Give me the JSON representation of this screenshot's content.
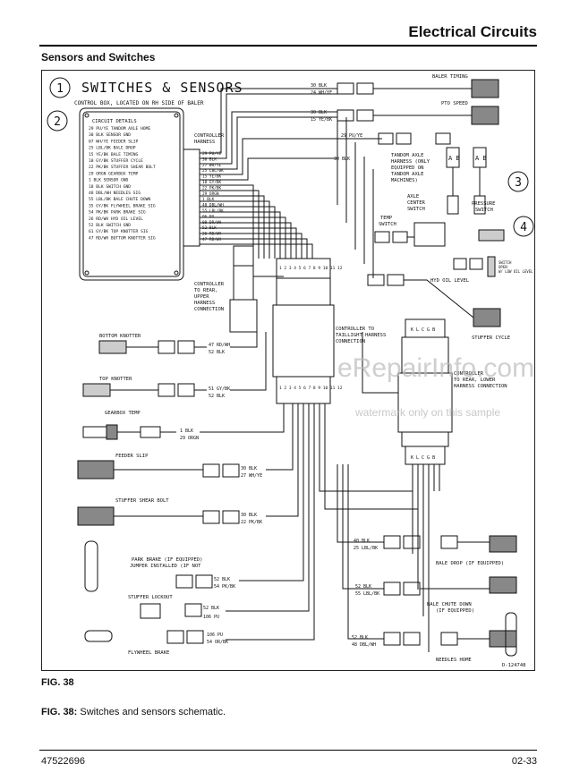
{
  "header": {
    "title": "Electrical Circuits"
  },
  "section": {
    "title": "Sensors and Switches"
  },
  "diagram": {
    "title": "SWITCHES & SENSORS",
    "callout_1": "1",
    "callout_2": "2",
    "callout_3": "3",
    "callout_4": "4",
    "control_box_note": "CONTROL BOX, LOCATED ON RH SIDE OF BALER",
    "circuit_details": {
      "heading": "CIRCUIT DETAILS",
      "lines": [
        "29 PU/YE  TANDOM AXLE HOME",
        "30 BLK   SENSOR GND",
        "07 WH/YE  FEEDER SLIP",
        "25 LBL/BK BALE DROP",
        "15 YE/BK  BALE TIMING",
        "18 GY/BK  STUFFER CYCLE",
        "22 PK/BK  STUFFER SHEAR BOLT",
        "29 ORGN  GEARBOX TEMP",
        " 1 BLK  SENSOR GND",
        "18 BLK  SWITCH GND",
        "48 DBL/WH NEEDLES SIG",
        "55 LBL/BK BALE CHUTE DOWN",
        "35 GY/BK  FLYWHEEL BRAKE SIG",
        "54 PK/BK  PARK BRAKE SIG",
        "26 RD/WH  HYD OIL LEVEL",
        "52 BLK   SWITCH GND",
        "61 GY/BK  TOP KNOTTER SIG",
        "47 RD/WH  BOTTOM KNOTTER SIG"
      ]
    },
    "controller_harness": "CONTROLLER HARNESS",
    "harness_wires": [
      "29 PU/YE",
      "30 BLK",
      "27 WH/YE",
      "25 LBL/BK",
      "15 YE/BK",
      "18 GY/BK",
      "22 PK/BK",
      "29 ORGN",
      "1 BLK",
      "48 DBL/WH",
      "55 LBL/BK",
      "06 PU",
      "08 DR/WH",
      "52 BLK",
      "26 RD/WH",
      "47 RD/WH"
    ],
    "labels": {
      "baler_timing": "BALER TIMING",
      "pto_speed": "PTO SPEED",
      "tandom_axle": "TANDOM AXLE HARNESS (ONLY EQUIPPED ON TANDOM AXLE MACHINES)",
      "axle_center_switch": "AXLE CENTER SWITCH",
      "temp_switch": "TEMP SWITCH",
      "pressure_switch": "PRESSURE SWITCH",
      "hyd_oil_level": "HYD OIL LEVEL",
      "stuffer_cycle": "STUFFER CYCLE",
      "controller_to_rear_upper": "CONTROLLER TO REAR, UPPER HARNESS CONNECTION",
      "controller_to_taillight": "CONTROLLER TO TAILLIGHT HARNESS CONNECTION",
      "controller_to_rear_lower": "CONTROLLER TO REAR, LOWER HARNESS CONNECTION",
      "bottom_knotter": "BOTTOM KNOTTER",
      "top_knotter": "TOP KNOTTER",
      "gearbox_temp": "GEARBOX TEMP",
      "feeder_slip": "FEEDER SLIP",
      "stuffer_shear_bolt": "STUFFER SHEAR BOLT",
      "park_brake": "PARK BRAKE (IF EQUIPPED) JUMPER INSTALLED (IF NOT",
      "stuffer_lockout": "STUFFER LOCKOUT",
      "flywheel_brake": "FLYWHEEL BRAKE",
      "bale_drop": "BALE DROP (IF EQUIPPED)",
      "bale_chute_down": "BALE CHUTE DOWN (IF EQUIPPED)",
      "needles_home": "NEEDLES HOME",
      "drawing_number": "D-124748",
      "switch_open": "SWITCH OPEN W/ LOW OIL LEVEL",
      "ab": "A B",
      "upper_pins": "1 2 3 4 5 6 7 8 9 10 11 12",
      "lower_pins": "1 2 3 4 5 6 7 8 9 10 11 12",
      "connector_top": "K L C G B",
      "connector_bottom": "K L C G B"
    },
    "wire_labels": {
      "baler_timing": [
        "30 BLK",
        "24 WH/YE"
      ],
      "pto_speed": [
        "30 BLK",
        "15 YE/BK"
      ],
      "tandom": [
        "29 PU/YE"
      ],
      "tandom2": [
        "30 BLK"
      ],
      "bottom_knotter": [
        "47 RD/WH",
        "52 BLK"
      ],
      "top_knotter": [
        "51 GY/BK",
        "52 BLK"
      ],
      "gearbox_temp": [
        "1 BLK",
        "29 ORGN"
      ],
      "feeder_slip": [
        "30 BLK",
        "27 WH/YE"
      ],
      "stuffer_shear": [
        "30 BLK",
        "22 PK/BK"
      ],
      "park_brake": [
        "52 BLK",
        "54 PK/BK"
      ],
      "stuffer_lockout": [
        "52 BLK",
        "106 PU"
      ],
      "flywheel_brake": [
        "106 PU",
        "54 OR/BK"
      ],
      "bale_drop": [
        "40 BLK",
        "25 LBL/BK"
      ],
      "bale_chute": [
        "52 BLK",
        "55 LBL/BK"
      ],
      "needles_home": [
        "52 BLK",
        "48 DBL/WH"
      ]
    },
    "watermark": {
      "large": "eRepairInfo.com",
      "small": "watermark only on this sample"
    }
  },
  "figure": {
    "label": "FIG. 38",
    "caption_bold": "FIG. 38:",
    "caption_text": "Switches and sensors schematic."
  },
  "footer": {
    "doc_number": "47522696",
    "page_number": "02-33"
  }
}
